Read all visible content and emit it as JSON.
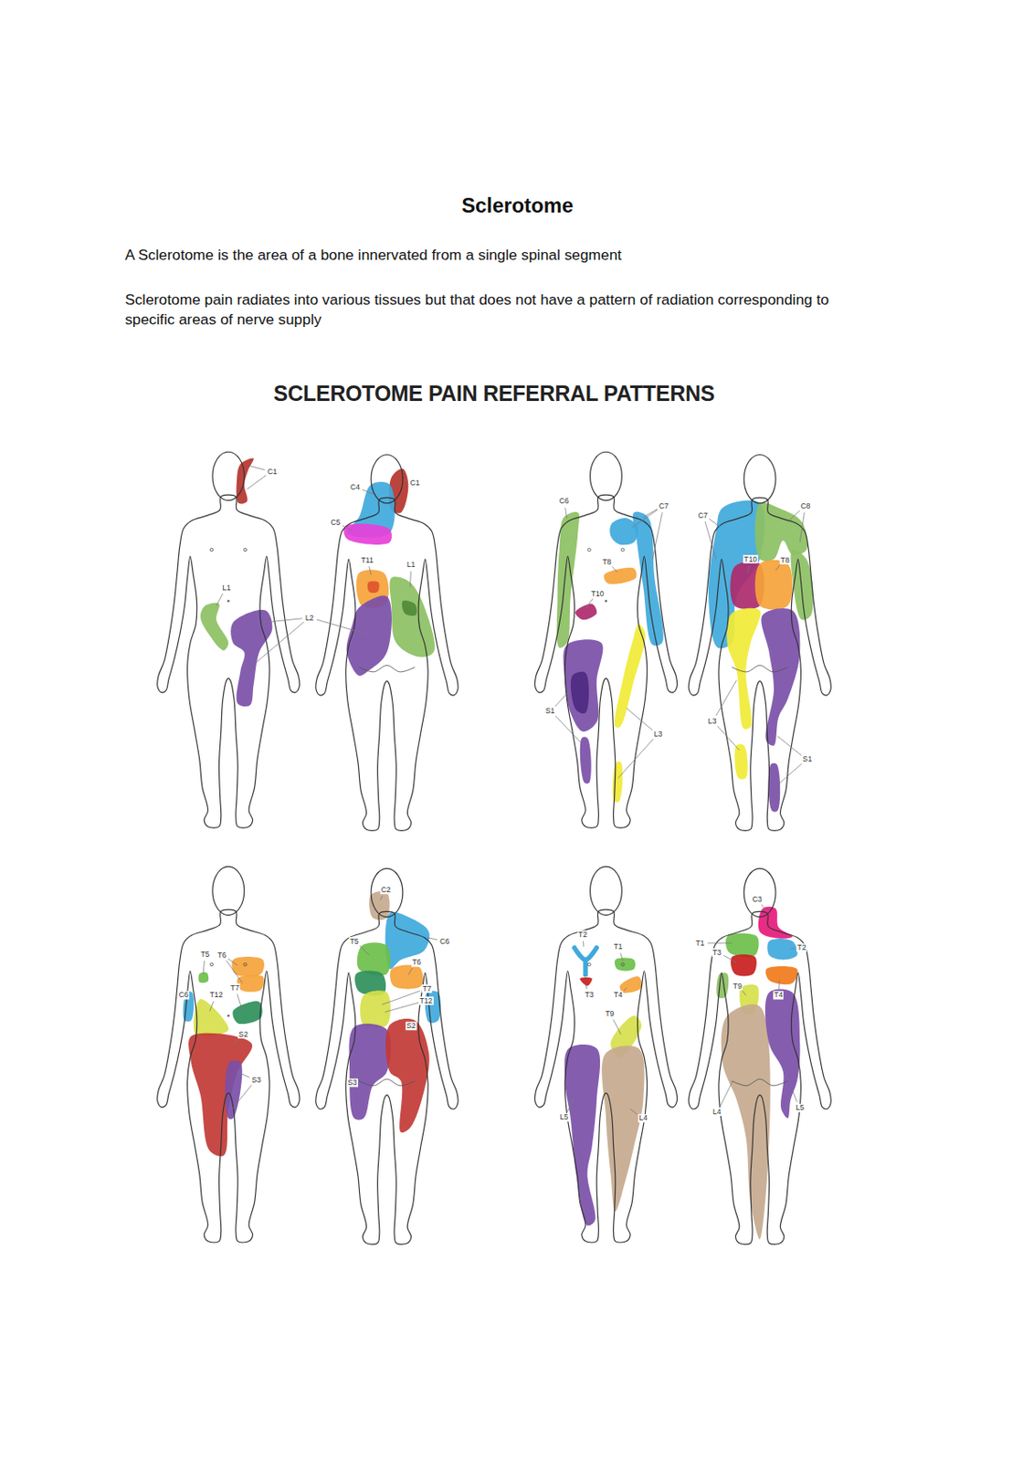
{
  "diagram": {
    "title": "Sclerotome",
    "labels": [
      "A Sclerotome is the area of a bone innervated from a single spinal segment",
      "Sclerotome pain radiates into various tissues but that does not have a pattern of radiation corresponding to specific areas of nerve supply",
      "SCLEROTOME PAIN REFERRAL PATTERNS",
      "C1",
      "L1",
      "L2",
      "C4",
      "C1",
      "C5",
      "T11",
      "L1",
      "C6",
      "C7",
      "T8",
      "T10",
      "S1",
      "L3",
      "C7",
      "C8",
      "T10",
      "T8",
      "L3",
      "S1",
      "T5",
      "T6",
      "C6",
      "T7",
      "T12",
      "S2",
      "S3",
      "C2",
      "T5",
      "C6",
      "T6",
      "T7",
      "T12",
      "S2",
      "S3",
      "T2",
      "T1",
      "T3",
      "T4",
      "T9",
      "L5",
      "L4",
      "C3",
      "T1",
      "T3",
      "T2",
      "T9",
      "T4",
      "L4",
      "L5"
    ]
  }
}
